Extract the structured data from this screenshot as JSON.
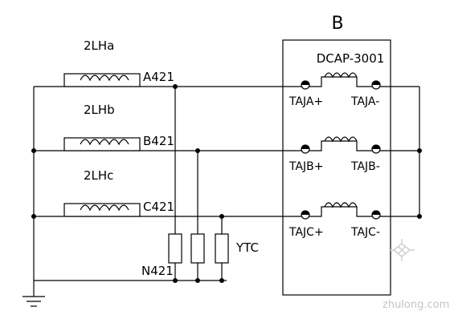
{
  "device": {
    "letter": "B",
    "model": "DCAP-3001"
  },
  "ct_labels": {
    "a": "2LHa",
    "b": "2LHb",
    "c": "2LHc"
  },
  "wire_labels": {
    "a": "A421",
    "b": "B421",
    "c": "C421",
    "n": "N421"
  },
  "terminals": {
    "ja_plus": "TAJA+",
    "ja_minus": "TAJA-",
    "jb_plus": "TAJB+",
    "jb_minus": "TAJB-",
    "jc_plus": "TAJC+",
    "jc_minus": "TAJC-"
  },
  "trip_coil_label": "YTC",
  "watermark": "zhulong.com"
}
